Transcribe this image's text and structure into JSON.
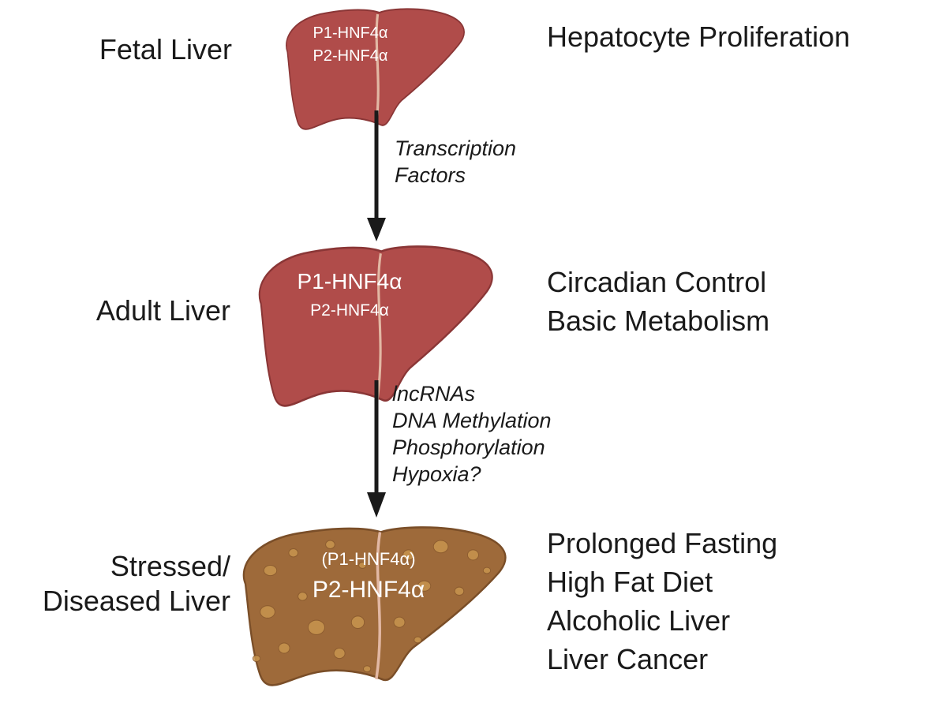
{
  "colors": {
    "healthy_liver": "#b04c4a",
    "healthy_liver_dark": "#8a3636",
    "diseased_liver": "#9e6a3a",
    "diseased_liver_dark": "#7a4e28",
    "fat_droplet": "#c8954f",
    "ligament": "#e2b8a4",
    "arrow": "#1a1a1a",
    "text": "#1a1a1a"
  },
  "stages": [
    {
      "label": [
        "Fetal Liver"
      ],
      "isoforms": [
        "P1-HNF4α",
        "P2-HNF4α"
      ],
      "effects": [
        "Hepatocyte Proliferation"
      ]
    },
    {
      "label": [
        "Adult Liver"
      ],
      "isoforms": [
        "P1-HNF4α",
        "P2-HNF4α"
      ],
      "effects": [
        "Circadian Control",
        "Basic Metabolism"
      ]
    },
    {
      "label": [
        "Stressed/",
        "Diseased Liver"
      ],
      "isoforms": [
        "(P1-HNF4α)",
        "P2-HNF4α"
      ],
      "effects": [
        "Prolonged Fasting",
        "High Fat Diet",
        "Alcoholic Liver",
        "Liver Cancer"
      ]
    }
  ],
  "transitions": [
    {
      "regulators": [
        "Transcription",
        "Factors"
      ]
    },
    {
      "regulators": [
        "lncRNAs",
        "DNA Methylation",
        "Phosphorylation",
        "Hypoxia?"
      ]
    }
  ]
}
